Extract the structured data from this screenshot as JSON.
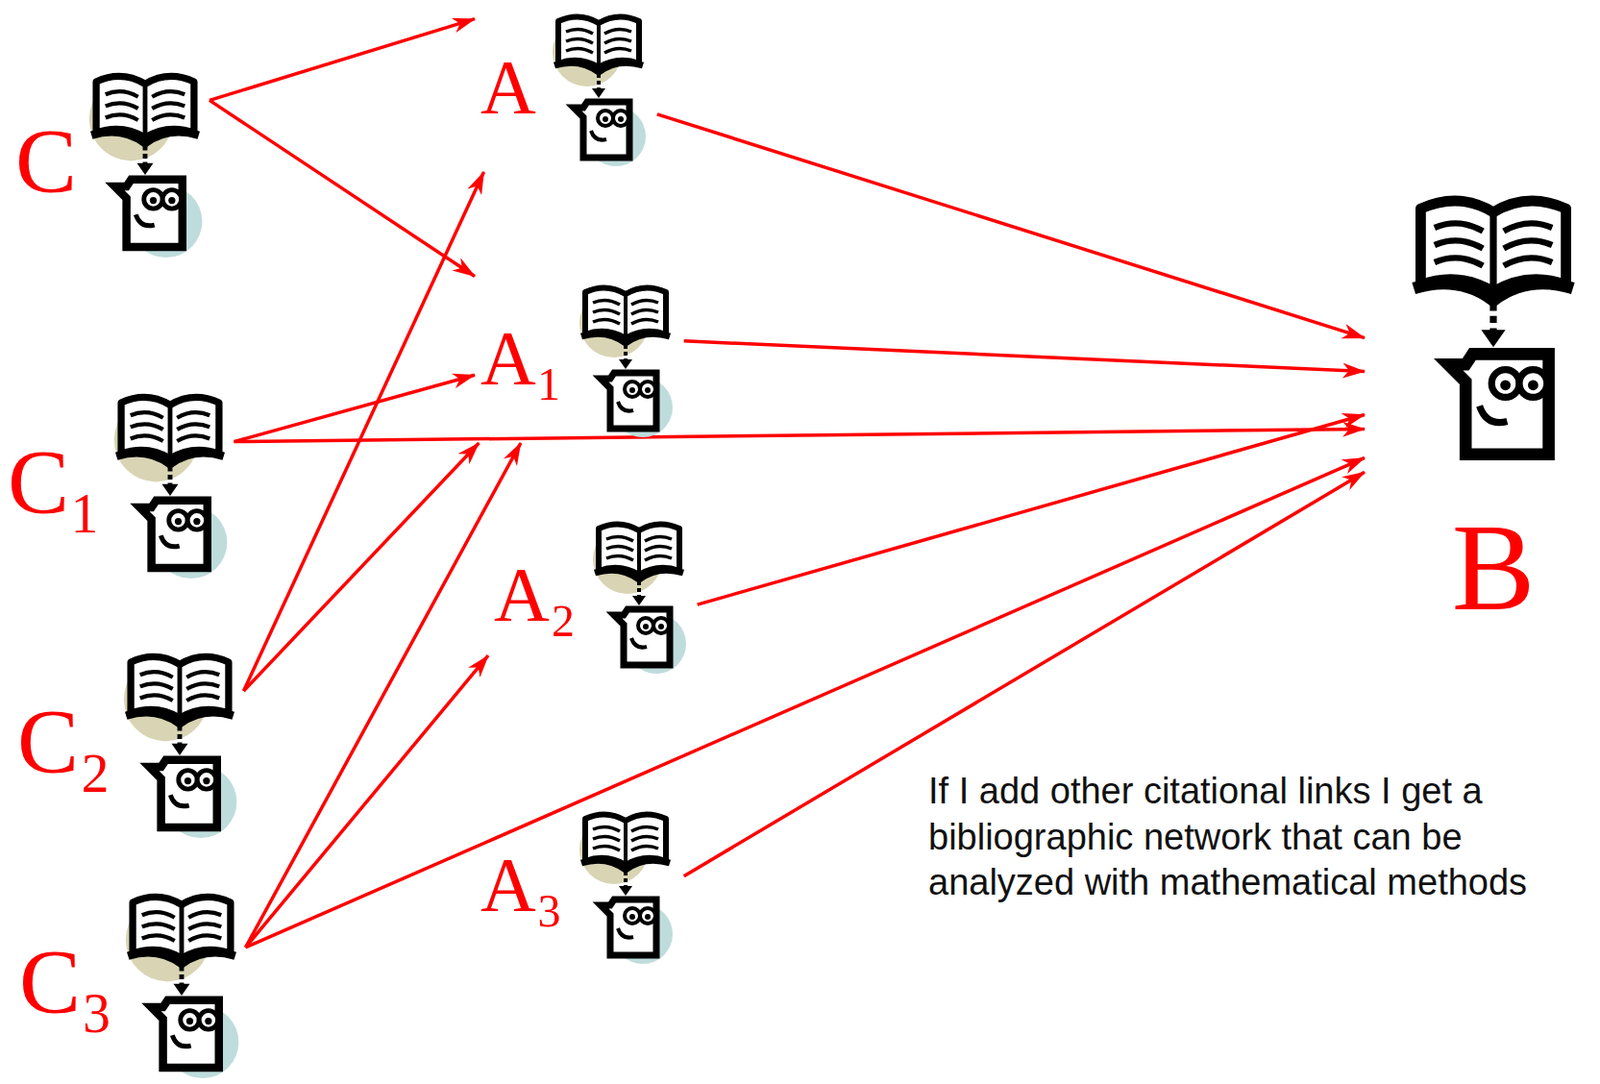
{
  "diagram": {
    "nodes": [
      {
        "text": [
          "C"
        ]
      },
      {
        "text": [
          "C₁"
        ]
      },
      {
        "text": [
          "C₂"
        ]
      },
      {
        "text": [
          "C₃"
        ]
      },
      {
        "text": [
          "A"
        ]
      },
      {
        "text": [
          "A₁"
        ]
      },
      {
        "text": [
          "A₂"
        ]
      },
      {
        "text": [
          "A₃"
        ]
      },
      {
        "text": [
          "B"
        ]
      }
    ],
    "edges": [
      {
        "from": 0,
        "to": 4,
        "arrow": "to"
      },
      {
        "from": 0,
        "to": 5,
        "arrow": "to"
      },
      {
        "from": 1,
        "to": 5,
        "arrow": "to"
      },
      {
        "from": 1,
        "to": 8,
        "arrow": "to"
      },
      {
        "from": 2,
        "to": 4,
        "arrow": "to"
      },
      {
        "from": 2,
        "to": 5,
        "arrow": "to"
      },
      {
        "from": 3,
        "to": 5,
        "arrow": "to"
      },
      {
        "from": 3,
        "to": 6,
        "arrow": "to"
      },
      {
        "from": 3,
        "to": 8,
        "arrow": "to"
      },
      {
        "from": 4,
        "to": 8,
        "arrow": "to"
      },
      {
        "from": 5,
        "to": 8,
        "arrow": "to"
      },
      {
        "from": 6,
        "to": 8,
        "arrow": "to"
      },
      {
        "from": 7,
        "to": 8,
        "arrow": "to"
      }
    ],
    "labels": [
      "If I add other citational links I get a bibliographic network that can be analyzed with mathematical methods"
    ]
  }
}
